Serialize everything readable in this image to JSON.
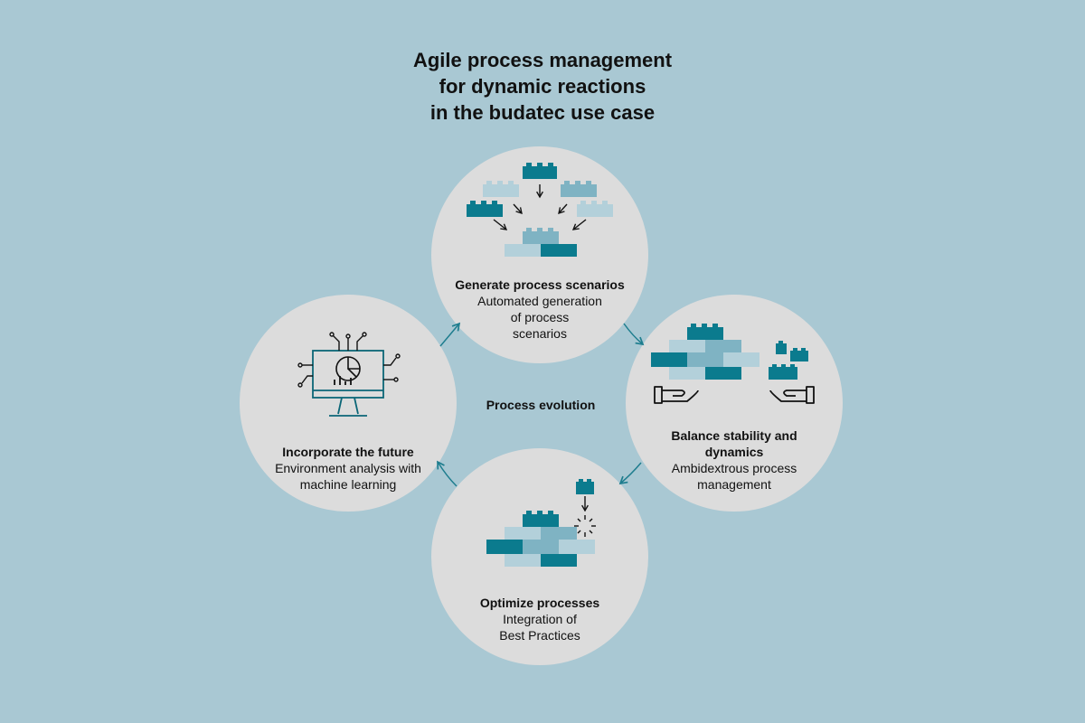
{
  "title": {
    "line1": "Agile process management",
    "line2": "for dynamic reactions",
    "line3": "in the budatec use case"
  },
  "center_label": "Process evolution",
  "colors": {
    "background": "#a9c8d3",
    "circle": "#dcdcdc",
    "brick_dark": "#0b7b8e",
    "brick_mid": "#7fb3c3",
    "brick_light": "#b3d0da",
    "arrow": "#1e7d8e"
  },
  "steps": [
    {
      "id": "generate",
      "icon": "bricks-merge-icon",
      "heading": "Generate process scenarios",
      "lines": [
        "Automated generation",
        "of process",
        "scenarios"
      ]
    },
    {
      "id": "balance",
      "icon": "hands-bricks-icon",
      "heading_lines": [
        "Balance stability and",
        "dynamics"
      ],
      "lines": [
        "Ambidextrous process",
        "management"
      ]
    },
    {
      "id": "optimize",
      "icon": "brick-insert-icon",
      "heading": "Optimize processes",
      "lines": [
        "Integration of",
        "Best Practices"
      ]
    },
    {
      "id": "future",
      "icon": "monitor-analytics-icon",
      "heading": "Incorporate the future",
      "lines": [
        "Environment analysis with",
        "machine learning"
      ]
    }
  ]
}
